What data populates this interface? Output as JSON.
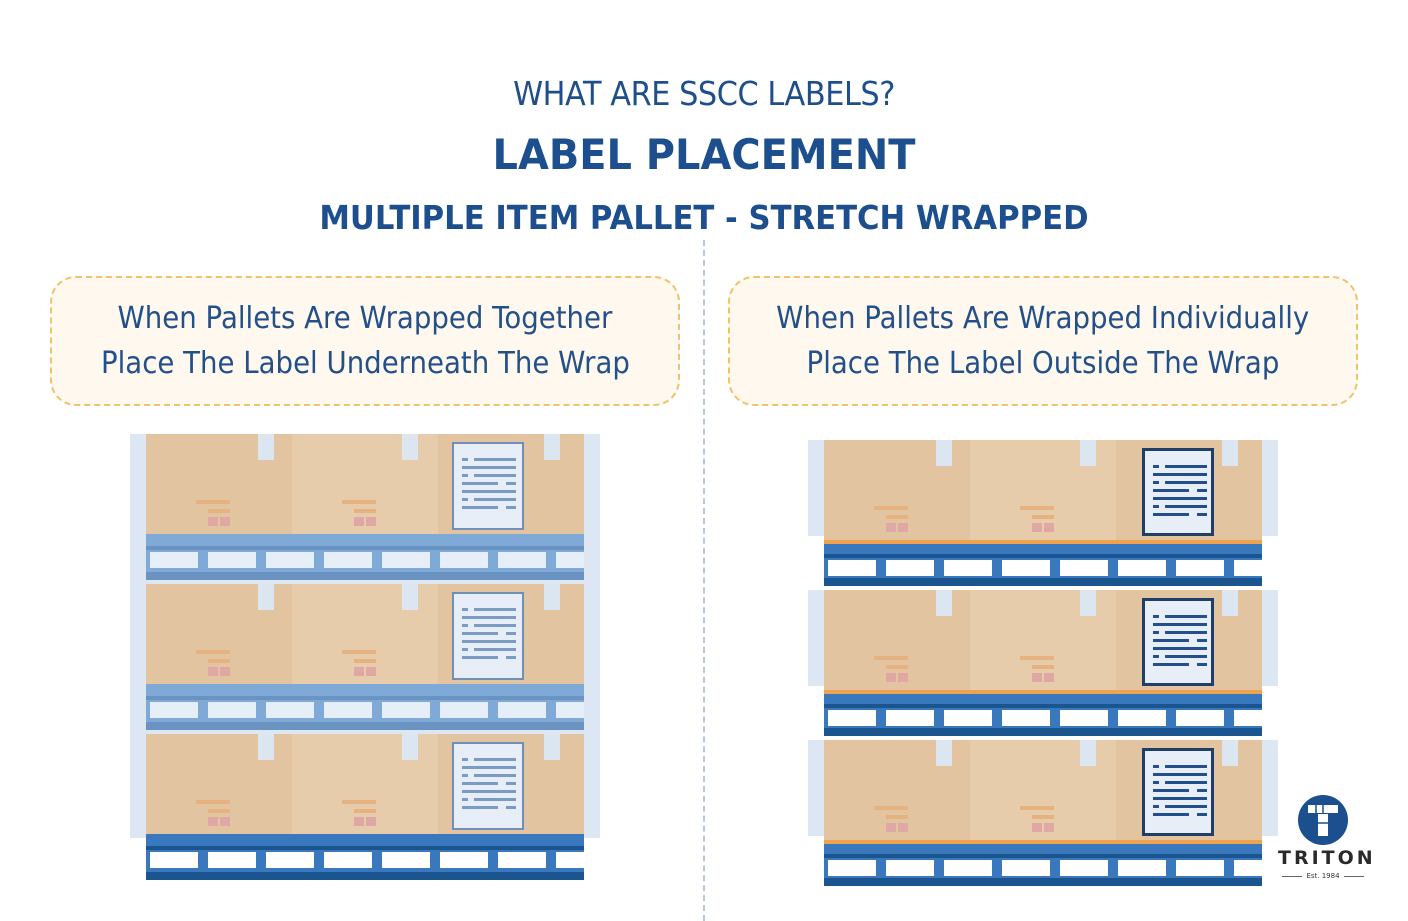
{
  "header": {
    "eyebrow": "WHAT ARE SSCC LABELS?",
    "title": "LABEL PLACEMENT",
    "subtitle": "MULTIPLE ITEM PALLET - STRETCH WRAPPED"
  },
  "panels": [
    {
      "id": "left",
      "lines": [
        "When Pallets Are Wrapped Together",
        "Place The Label Underneath The Wrap"
      ],
      "scenario": "wrapped-together",
      "label_position": "underneath wrap",
      "pallet_count": 3
    },
    {
      "id": "right",
      "lines": [
        "When Pallets Are Wrapped Individually",
        "Place The Label Outside The Wrap"
      ],
      "scenario": "wrapped-individually",
      "label_position": "outside wrap",
      "pallet_count": 3
    }
  ],
  "logo": {
    "name": "TRITON",
    "est": "Est. 1984"
  },
  "colors": {
    "title_blue": "#1d4f8e",
    "box_border": "#edc36b",
    "box_fill": "#fef8ee",
    "carton": "#e3c4a0",
    "wrap": "#dde7f3",
    "pallet_blue": "#3a78be",
    "pallet_dark": "#1b5590",
    "pallet_light": "#7fa9d6",
    "edge_orange": "#f0a34e"
  }
}
